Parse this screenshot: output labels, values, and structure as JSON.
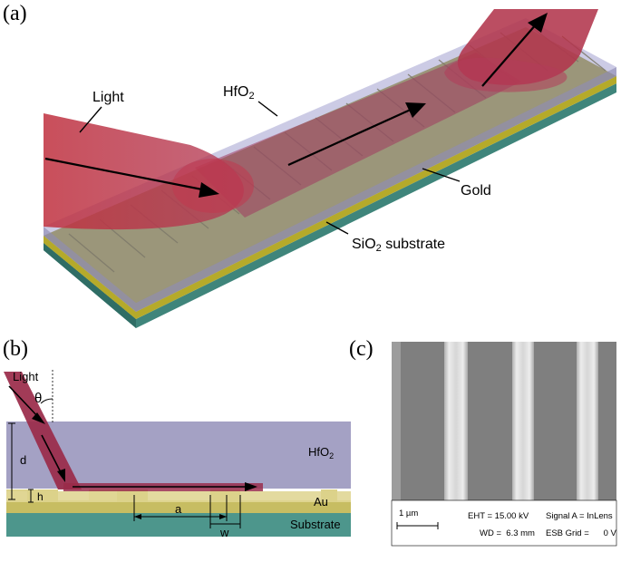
{
  "panel_a": {
    "tag": "(a)",
    "labels": {
      "light": "Light",
      "hfo2": "HfO",
      "hfo2_sub": "2",
      "gold": "Gold",
      "substrate_pre": "SiO",
      "substrate_sub": "2",
      "substrate_post": " substrate"
    }
  },
  "panel_b": {
    "tag": "(b)",
    "labels": {
      "light": "Light",
      "theta": "θ",
      "hfo2": "HfO",
      "hfo2_sub": "2",
      "d": "d",
      "h": "h",
      "au": "Au",
      "a": "a",
      "w": "w",
      "substrate": "Substrate"
    }
  },
  "panel_c": {
    "tag": "(c)",
    "scale_bar": "1 µm",
    "eht": "EHT = 15.00 kV",
    "signal": "Signal A = InLens",
    "wd": "WD =  6.3 mm",
    "esb": "ESB Grid =      0 V"
  },
  "colors": {
    "gold": "#c9c04f",
    "gold_dark": "#a59c2c",
    "hfo2": "#a7a4c6",
    "substrate": "#4d958b",
    "light_beam": "#b3364a",
    "au_b": "#e3d994"
  }
}
